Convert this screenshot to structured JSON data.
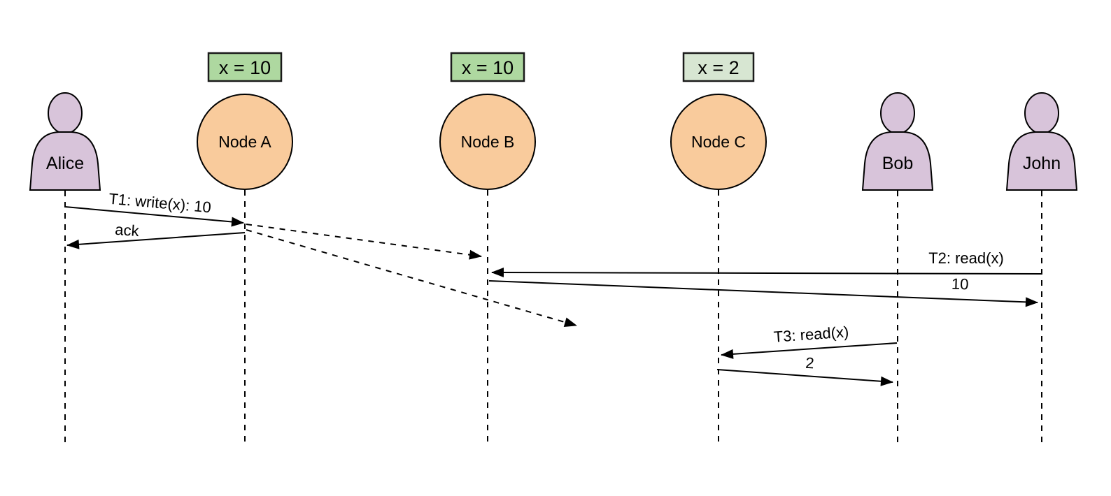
{
  "diagram": {
    "type": "sequence-diagram",
    "colors": {
      "background": "#ffffff",
      "line_color": "#000000",
      "text_color": "#000000",
      "node_fill": "#f9cb9c",
      "actor_fill": "#d8c4da",
      "value_fresh_fill": "#aed8a0",
      "value_stale_fill": "#d7e6d2",
      "value_stroke": "#1a1a1a"
    },
    "participants": [
      {
        "id": "alice",
        "type": "person",
        "label": "Alice"
      },
      {
        "id": "node-a",
        "type": "node",
        "label": "Node A",
        "value": "x = 10",
        "value_style": "fresh"
      },
      {
        "id": "node-b",
        "type": "node",
        "label": "Node B",
        "value": "x = 10",
        "value_style": "fresh"
      },
      {
        "id": "node-c",
        "type": "node",
        "label": "Node C",
        "value": "x = 2",
        "value_style": "stale"
      },
      {
        "id": "bob",
        "type": "person",
        "label": "Bob"
      },
      {
        "id": "john",
        "type": "person",
        "label": "John"
      }
    ],
    "messages": [
      {
        "id": "t1-write",
        "label": "T1: write(x): 10",
        "from": "Alice",
        "to": "Node A",
        "style": "solid"
      },
      {
        "id": "t1-ack",
        "label": "ack",
        "from": "Node A",
        "to": "Alice",
        "style": "solid"
      },
      {
        "id": "replicate-b",
        "label": "",
        "from": "Node A",
        "to": "Node B",
        "style": "dashed"
      },
      {
        "id": "replicate-c",
        "label": "",
        "from": "Node A",
        "to": "Node C (in flight)",
        "style": "dashed"
      },
      {
        "id": "t2-read",
        "label": "T2: read(x)",
        "from": "John",
        "to": "Node B",
        "style": "solid"
      },
      {
        "id": "t2-response",
        "label": "10",
        "from": "Node B",
        "to": "John",
        "style": "solid"
      },
      {
        "id": "t3-read",
        "label": "T3: read(x)",
        "from": "Bob",
        "to": "Node C",
        "style": "solid"
      },
      {
        "id": "t3-response",
        "label": "2",
        "from": "Node C",
        "to": "Bob",
        "style": "solid"
      }
    ]
  }
}
